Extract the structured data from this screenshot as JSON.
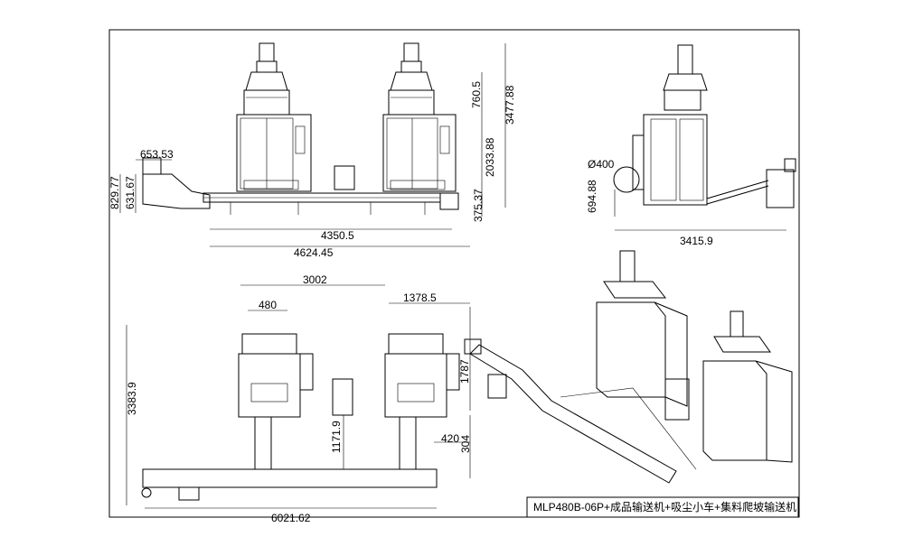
{
  "drawing": {
    "title": "MLP480B-06P+成品输送机+吸尘小车+集料爬坡输送机"
  },
  "front_view": {
    "dims": {
      "d1": "653.53",
      "d2": "829.77",
      "d3": "631.67",
      "d4": "760.5",
      "d5": "3477.88",
      "d6": "2033.88",
      "d7": "375.37",
      "d8": "4350.5",
      "d9": "4624.45"
    }
  },
  "side_view": {
    "dims": {
      "d1": "Ø400",
      "d2": "694.88",
      "d3": "3415.9"
    }
  },
  "top_view": {
    "dims": {
      "d1": "3002",
      "d2": "1378.5",
      "d3": "480",
      "d4": "3383.9",
      "d5": "1787",
      "d6": "1171.9",
      "d7": "420",
      "d8": "304",
      "d9": "6021.62"
    }
  }
}
